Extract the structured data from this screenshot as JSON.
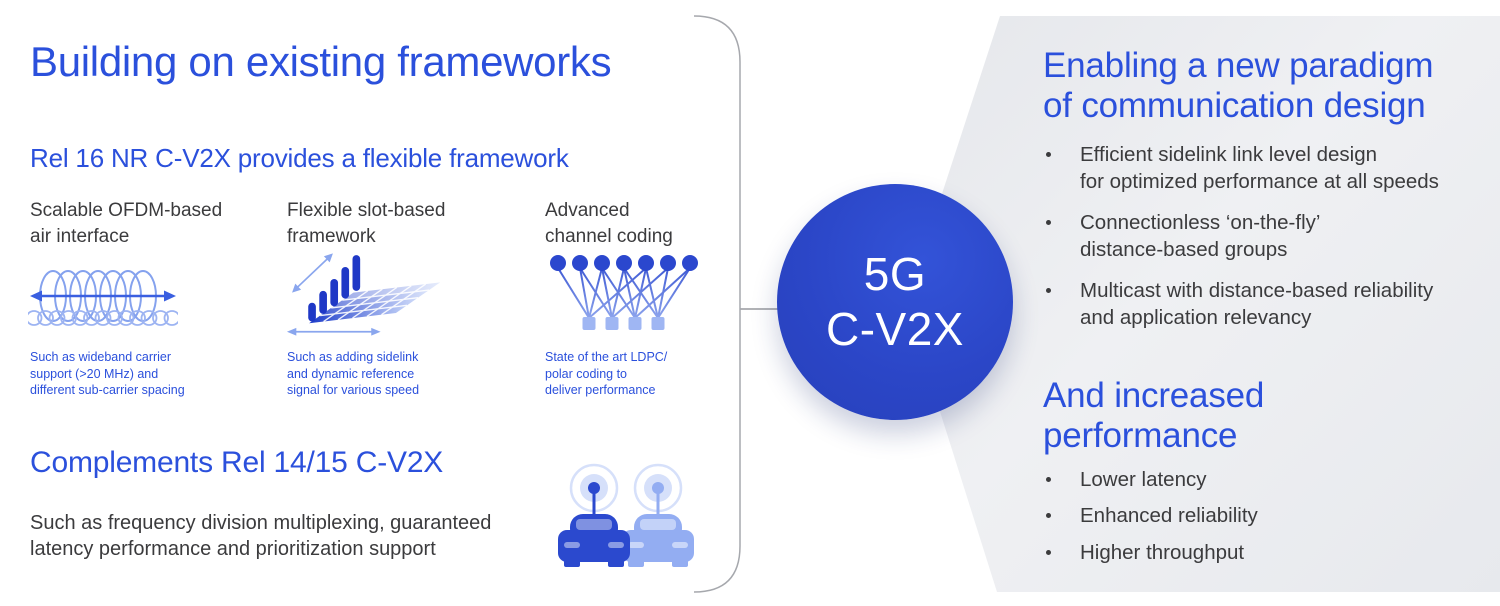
{
  "left_panel": {
    "title": "Building on existing frameworks",
    "section1": {
      "heading": "Rel 16 NR C-V2X provides a flexible framework",
      "features": [
        {
          "title": "Scalable OFDM-based\nair interface",
          "icon": "ofdm-waves-icon",
          "caption": "Such as wideband carrier\nsupport (>20 MHz) and\ndifferent sub-carrier spacing"
        },
        {
          "title": "Flexible slot-based\nframework",
          "icon": "slot-grid-icon",
          "caption": "Such as adding sidelink\nand dynamic reference\nsignal for various speed"
        },
        {
          "title": "Advanced\nchannel coding",
          "icon": "ldpc-graph-icon",
          "caption": "State of the art LDPC/\npolar coding to\ndeliver performance"
        }
      ]
    },
    "section2": {
      "heading": "Complements Rel 14/15 C-V2X",
      "body": "Such as frequency division multiplexing, guaranteed\nlatency performance and prioritization support",
      "icon": "connected-cars-icon"
    }
  },
  "center_badge": {
    "text": "5G\nC-V2X"
  },
  "right_panel": {
    "section1": {
      "heading": "Enabling a new paradigm\nof communication design",
      "bullets": [
        "Efficient sidelink link level design\nfor optimized performance at all speeds",
        "Connectionless ‘on-the-fly’\ndistance-based groups",
        "Multicast with distance-based reliability\nand application relevancy"
      ]
    },
    "section2": {
      "heading": "And increased\nperformance",
      "bullets": [
        "Lower latency",
        "Enhanced reliability",
        "Higher throughput"
      ]
    }
  },
  "colors": {
    "accent_blue": "#2b50dc",
    "badge_blue": "#2b46c7",
    "icon_dark_blue": "#2b49ce",
    "icon_light_blue": "#93adf2",
    "text_dark": "#3b3b3d",
    "panel_gray": "#eceff1"
  }
}
